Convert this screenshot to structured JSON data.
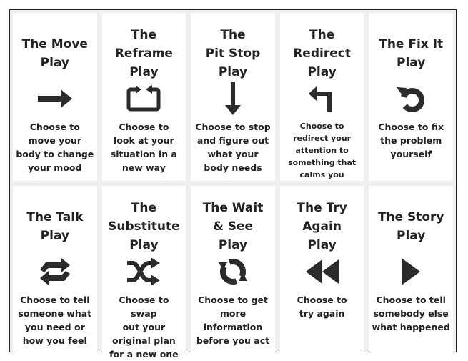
{
  "cards": [
    {
      "title": "The Move\nPlay",
      "icon": "arrow-right-icon",
      "desc": "Choose to\nmove your\nbody to change\nyour mood"
    },
    {
      "title": "The\nReframe\nPlay",
      "icon": "reframe-loop-icon",
      "desc": "Choose to\nlook at your\nsituation in a\nnew way"
    },
    {
      "title": "The\nPit Stop\nPlay",
      "icon": "arrow-down-icon",
      "desc": "Choose to stop\nand figure out\nwhat your\nbody needs"
    },
    {
      "title": "The\nRedirect\nPlay",
      "icon": "turn-left-arrow-icon",
      "desc": "Choose to\nredirect your\nattention to\nsomething that\ncalms you"
    },
    {
      "title": "The Fix It\nPlay",
      "icon": "undo-circle-icon",
      "desc": "Choose to fix\nthe problem\nyourself"
    },
    {
      "title": "The Talk\nPlay",
      "icon": "swap-arrows-icon",
      "desc": "Choose to tell\nsomeone what\nyou need or\nhow you feel"
    },
    {
      "title": "The\nSubstitute\nPlay",
      "icon": "shuffle-icon",
      "desc": "Choose to swap\nout your\noriginal plan\nfor a new one"
    },
    {
      "title": "The Wait\n& See\nPlay",
      "icon": "sync-circle-icon",
      "desc": "Choose to get\nmore\ninformation\nbefore you act"
    },
    {
      "title": "The Try\nAgain\nPlay",
      "icon": "rewind-icon",
      "desc": "Choose to\ntry again"
    },
    {
      "title": "The Story\nPlay",
      "icon": "play-icon",
      "desc": "Choose to tell\nsomebody else\nwhat happened"
    }
  ],
  "icon_color": "#2b2b2b"
}
